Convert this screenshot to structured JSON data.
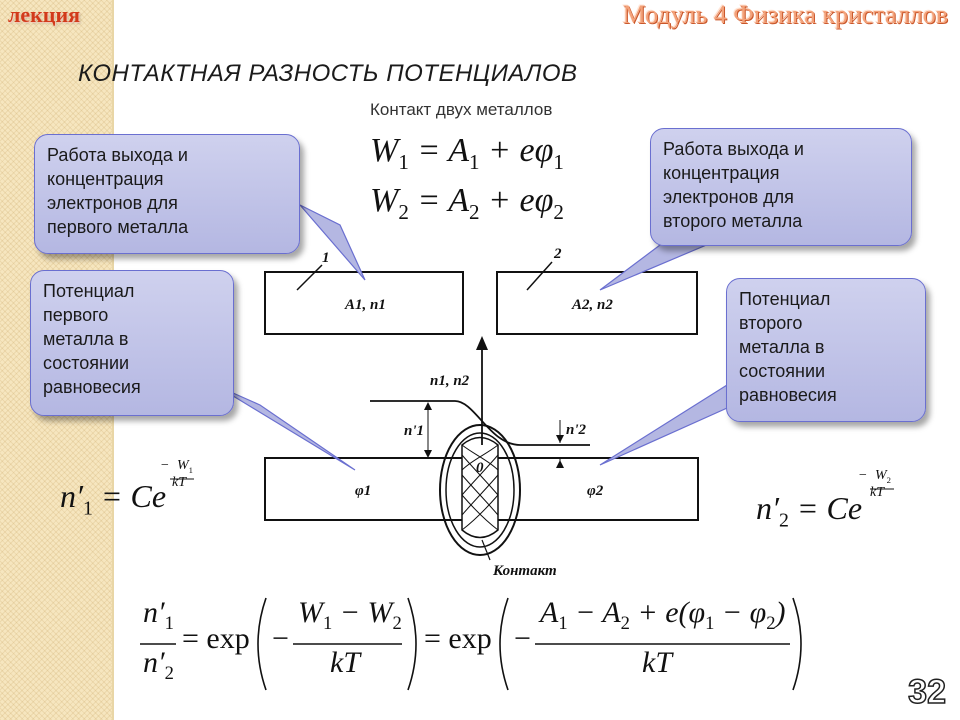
{
  "header": {
    "badge": "лекция",
    "module": "Модуль 4 Физика кристаллов"
  },
  "title": "КОНТАКТНАЯ РАЗНОСТЬ ПОТЕНЦИАЛОВ",
  "subtitle": "Контакт двух металлов",
  "callouts": {
    "top_left": [
      "Работа выхода и",
      "концентрация",
      "электронов для",
      "первого металла"
    ],
    "top_right": [
      "Работа выхода и",
      "концентрация",
      "электронов для",
      "второго металла"
    ],
    "mid_left": [
      "Потенциал",
      "первого",
      "металла в",
      "состоянии",
      "равновесия"
    ],
    "mid_right": [
      "Потенциал",
      "второго",
      "металла в",
      "состоянии",
      "равновесия"
    ]
  },
  "diagram": {
    "plate1_number": "1",
    "plate2_number": "2",
    "plate1_label": "A1, n1",
    "plate2_label": "A2, n2",
    "axis_label": "n1, n2",
    "level1_label": "n'1",
    "level2_label": "n'2",
    "phi1": "φ1",
    "phi2": "φ2",
    "zero": "0",
    "contact": "Контакт"
  },
  "page_number": "32"
}
